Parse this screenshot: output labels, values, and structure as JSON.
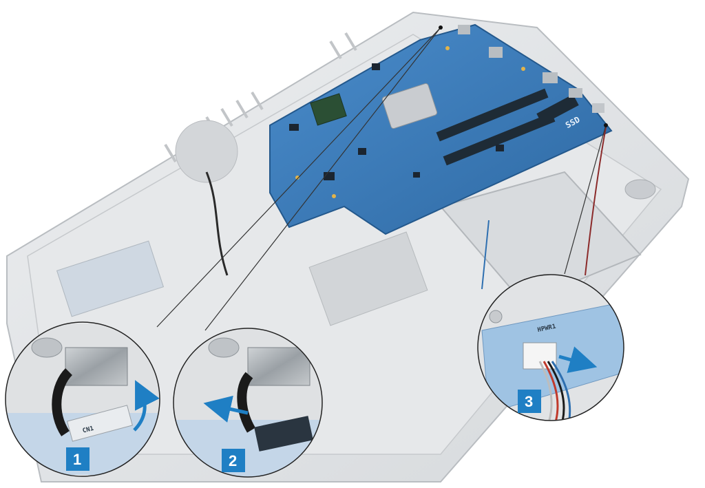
{
  "board": {
    "ssd_label": "SSD",
    "jack_label": "HPWR1"
  },
  "callouts": [
    {
      "step": "1"
    },
    {
      "step": "2"
    },
    {
      "step": "3"
    }
  ],
  "colors": {
    "badge": "#1f7fc4",
    "arrow": "#1f7fc4",
    "board": "#3d7bb8",
    "chassis": "#dcdfe2"
  }
}
